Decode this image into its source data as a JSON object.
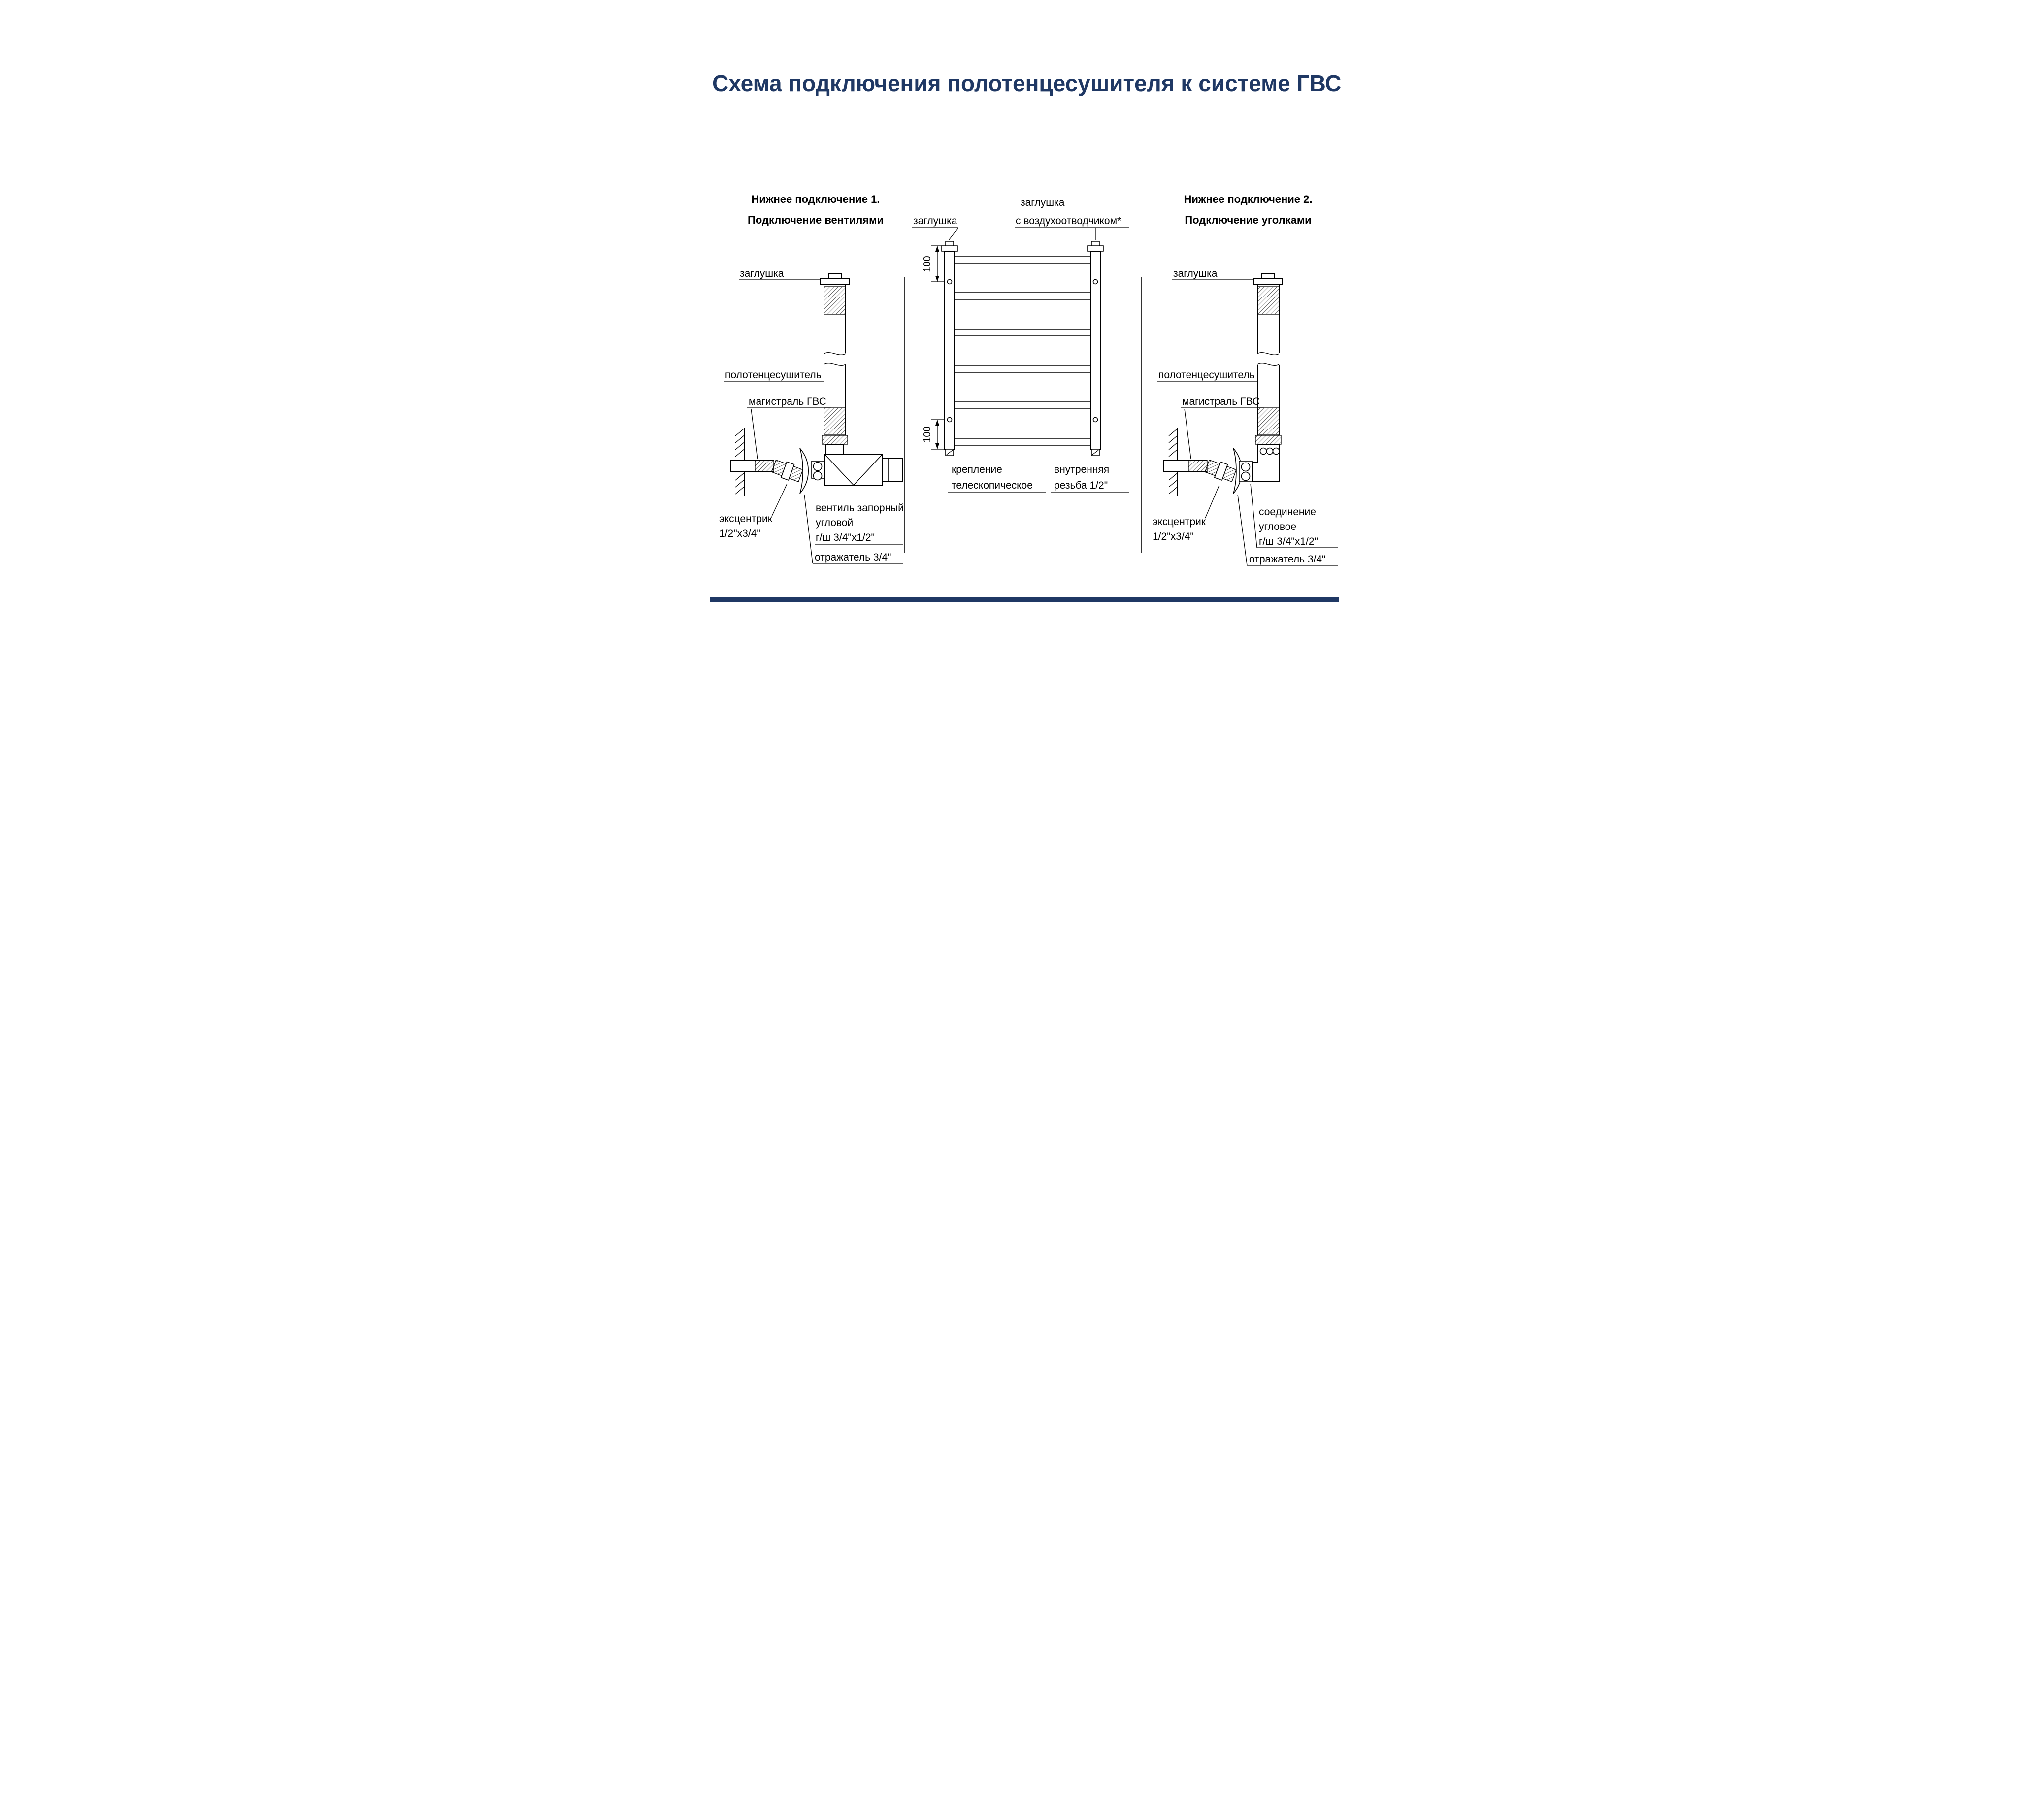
{
  "title": "Схема подключения полотенцесушителя к системе ГВС",
  "colors": {
    "accent": "#1f3864",
    "line": "#000000"
  },
  "sections": {
    "left": {
      "header1": "Нижнее подключение 1.",
      "header2": "Подключение вентилями",
      "plug": "заглушка",
      "towel_rail": "полотенцесушитель",
      "main_line": "магистраль ГВС",
      "eccentric1": "эксцентрик",
      "eccentric2": "1/2\"x3/4\"",
      "valve1": "вентиль запорный",
      "valve2": "угловой",
      "valve3": "г/ш 3/4\"x1/2\"",
      "reflector": "отражатель 3/4\""
    },
    "center": {
      "plug": "заглушка",
      "vent_plug1": "заглушка",
      "vent_plug2": "с воздухоотводчиком*",
      "dim_top": "100",
      "dim_bottom": "100",
      "mount1": "крепление",
      "mount2": "телескопическое",
      "thread1": "внутренняя",
      "thread2": "резьба 1/2\""
    },
    "right": {
      "header1": "Нижнее подключение 2.",
      "header2": "Подключение уголками",
      "plug": "заглушка",
      "towel_rail": "полотенцесушитель",
      "main_line": "магистраль ГВС",
      "eccentric1": "эксцентрик",
      "eccentric2": "1/2\"x3/4\"",
      "corner1": "соединение",
      "corner2": "угловое",
      "corner3": "г/ш 3/4\"x1/2\"",
      "reflector": "отражатель 3/4\""
    }
  }
}
